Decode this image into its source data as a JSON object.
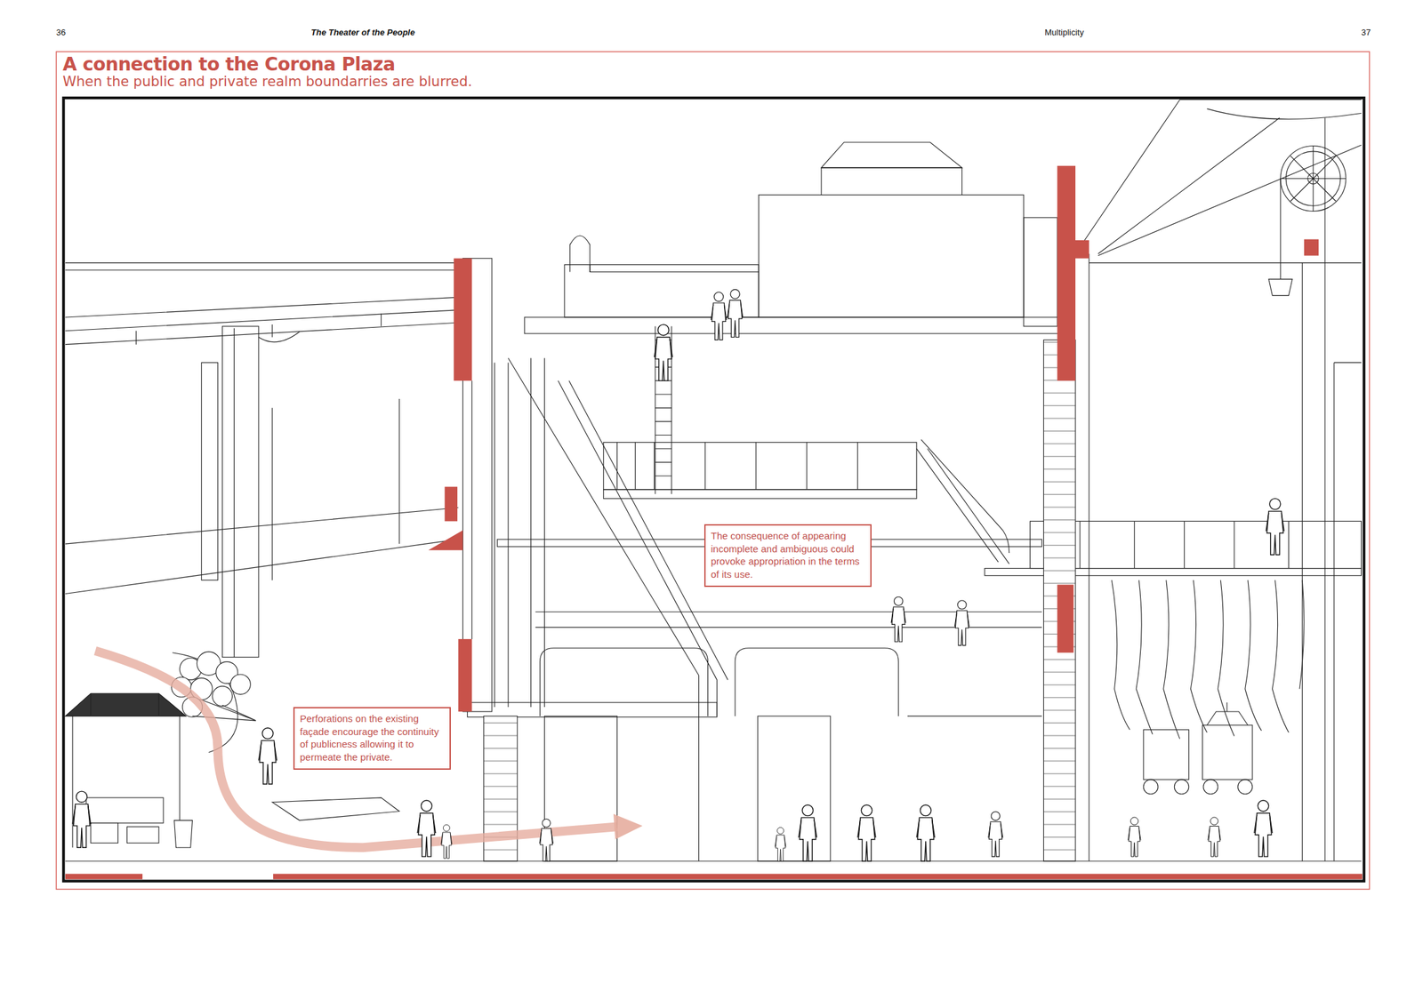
{
  "diagram": {
    "title": "A connection to the Corona Plaza",
    "caption": "When the public and private realm boundarries are blurred.",
    "nodes": [
      {
        "text": [
          "The consequence of appearing incomplete and ambiguous could provoke appropriation in the terms of its use."
        ]
      },
      {
        "text": [
          "Perforations on the existing façade encourage the continuity of publicness allowing it to permeate the private."
        ]
      }
    ],
    "labels": [
      "36",
      "The Theater of the People",
      "Multiplicity",
      "37"
    ]
  }
}
